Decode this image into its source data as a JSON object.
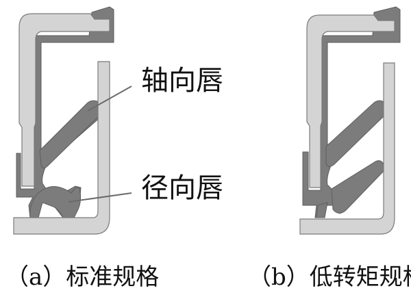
{
  "figure": {
    "panel_a": {
      "caption": "（a）标准规格",
      "labels": {
        "axial_lip": "轴向唇",
        "radial_lip": "径向唇"
      }
    },
    "panel_b": {
      "caption": "（b）低转矩规格"
    }
  },
  "colors": {
    "metal_case": "#d4d4d4",
    "rubber": "#7c7c7c",
    "leader_line": "#6a6a6a"
  }
}
